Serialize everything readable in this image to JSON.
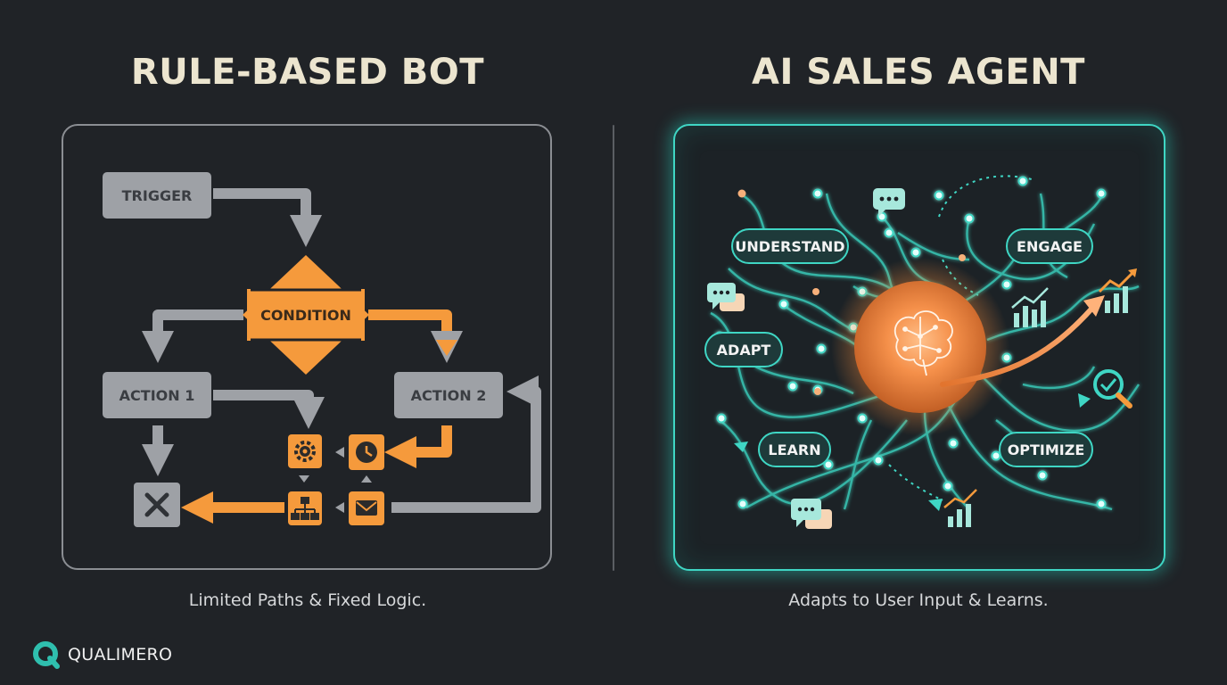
{
  "headings": {
    "left": "RULE-BASED BOT",
    "right": "AI SALES AGENT"
  },
  "captions": {
    "left": "Limited Paths & Fixed Logic.",
    "right": "Adapts to User Input & Learns."
  },
  "flowchart": {
    "trigger": "TRIGGER",
    "condition": "CONDITION",
    "action1": "ACTION 1",
    "action2": "ACTION 2"
  },
  "agent": {
    "understand": "UNDERSTAND",
    "engage": "ENGAGE",
    "adapt": "ADAPT",
    "learn": "LEARN",
    "optimize": "OPTIMIZE"
  },
  "brand": {
    "name": "QUALIMERO"
  },
  "icons": {
    "settings": "gear-icon",
    "clock": "clock-icon",
    "hierarchy": "org-chart-icon",
    "mail": "envelope-icon",
    "stop": "close-icon",
    "brain": "brain-icon",
    "chat": "chat-bubble-icon",
    "growth": "growth-chart-icon",
    "search": "search-check-icon"
  },
  "colors": {
    "background": "#202327",
    "gray_box": "#9ea1a6",
    "orange": "#f59a3c",
    "teal": "#3fd6c4",
    "heading": "#ece5cf"
  }
}
